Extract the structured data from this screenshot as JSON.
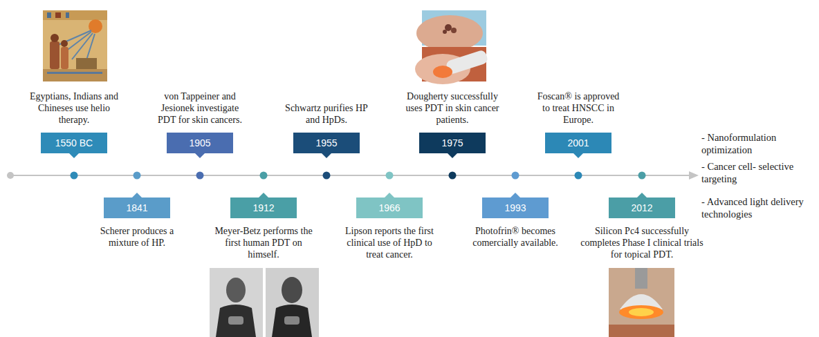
{
  "diagram": {
    "nodes": [
      {
        "text": [
          "1550 BC",
          "Egyptians, Indians and Chineses use helio therapy."
        ]
      },
      {
        "text": [
          "1841",
          "Scherer produces a mixture of HP."
        ]
      },
      {
        "text": [
          "1905",
          "von Tappeiner and Jesionek investigate PDT for skin cancers."
        ]
      },
      {
        "text": [
          "1912",
          "Meyer-Betz performs the first human PDT on himself."
        ]
      },
      {
        "text": [
          "1955",
          "Schwartz purifies HP and HpDs."
        ]
      },
      {
        "text": [
          "1966",
          "Lipson reports the first clinical use of HpD to treat cancer."
        ]
      },
      {
        "text": [
          "1975",
          "Dougherty successfully uses PDT in skin cancer patients."
        ]
      },
      {
        "text": [
          "1993",
          "Photofrin® becomes comercially available."
        ]
      },
      {
        "text": [
          "2001",
          "Foscan® is approved to treat HNSCC in Europe."
        ]
      },
      {
        "text": [
          "2012",
          "Silicon Pc4 successfully completes Phase I clinical trials for topical PDT."
        ]
      }
    ],
    "labels": [
      "- Nanoformulation optimization",
      "- Cancer cell- selective targeting",
      "- Advanced light delivery technologies"
    ]
  }
}
